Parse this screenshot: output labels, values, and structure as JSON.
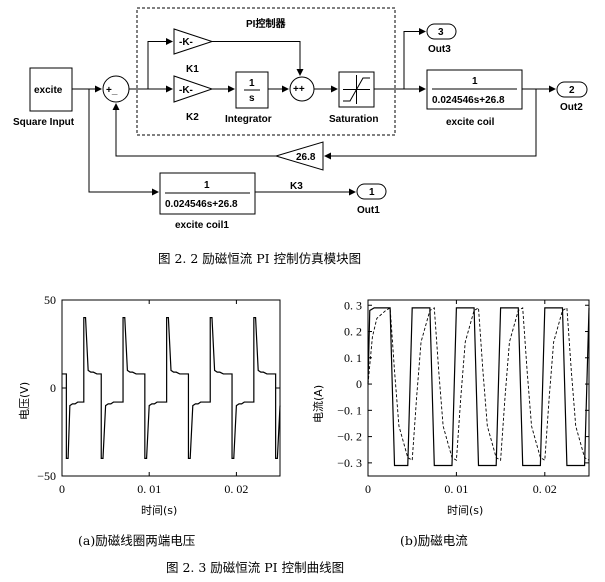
{
  "diagram": {
    "pi_label": "PI控制器",
    "excite_label": "excite",
    "square_input_label": "Square Input",
    "sum1_signs": "+_",
    "sum2_signs": "++",
    "gain_k_label": "-K-",
    "k1_label": "K1",
    "k2_label": "K2",
    "k3_label": "K3",
    "integrator_num": "1",
    "integrator_den": "s",
    "integrator_label": "Integrator",
    "saturation_label": "Saturation",
    "tf_num": "1",
    "tf_den": "0.024546s+26.8",
    "excite_coil_label": "excite coil",
    "excite_coil1_label": "excite coil1",
    "feedback_gain": "26.8",
    "out1_num": "1",
    "out1_label": "Out1",
    "out2_num": "2",
    "out2_label": "Out2",
    "out3_num": "3",
    "out3_label": "Out3"
  },
  "captions": {
    "fig22": "图 2. 2  励磁恒流 PI 控制仿真模块图",
    "sub_a": "(a)励磁线圈两端电压",
    "sub_b": "(b)励磁电流",
    "fig23": "图 2. 3  励磁恒流 PI 控制曲线图"
  },
  "chart_data": [
    {
      "type": "line",
      "xlabel": "时间(s)",
      "ylabel": "电压(V)",
      "xlim": [
        0,
        0.025
      ],
      "ylim": [
        -50,
        50
      ],
      "xticks": [
        0,
        0.01,
        0.02
      ],
      "xtick_labels": [
        "0",
        "0. 01",
        "0. 02"
      ],
      "yticks": [
        -50,
        0,
        50
      ],
      "ytick_labels": [
        "−50",
        "0",
        "50"
      ],
      "grid": false,
      "period": 0.005,
      "series": [
        {
          "style": "solid",
          "x": [
            0,
            0.0005,
            0.0005,
            0.0007,
            0.0009,
            0.0012,
            0.0015,
            0.0018,
            0.0021,
            0.0025,
            0.0025,
            0.0027,
            0.003,
            0.0033,
            0.0036,
            0.004,
            0.0042,
            0.0045,
            0.0045,
            0.0047,
            0.005,
            0.0053,
            0.0056,
            0.0059,
            0.0062,
            0.0066,
            0.007,
            0.007,
            0.0072,
            0.0075,
            0.0078,
            0.0081,
            0.0085,
            0.0087,
            0.0095,
            0.0095,
            0.0097,
            0.01,
            0.0103,
            0.0106,
            0.0109,
            0.0112,
            0.0116,
            0.012,
            0.012,
            0.0122,
            0.0125,
            0.0128,
            0.0131,
            0.0135,
            0.0137,
            0.0145,
            0.0145,
            0.0147,
            0.015,
            0.0153,
            0.0156,
            0.0159,
            0.0162,
            0.0166,
            0.017,
            0.017,
            0.0172,
            0.0175,
            0.0178,
            0.0181,
            0.0185,
            0.0187,
            0.0195,
            0.0195,
            0.0197,
            0.02,
            0.0203,
            0.0206,
            0.0209,
            0.0212,
            0.0216,
            0.022,
            0.022,
            0.0222,
            0.0225,
            0.0228,
            0.0231,
            0.0235,
            0.0237,
            0.0245,
            0.0245,
            0.0247,
            0.025
          ],
          "y": [
            8,
            8,
            -40,
            -40,
            -10,
            -9,
            -9,
            -8,
            -8,
            -8,
            40,
            40,
            10,
            9,
            9,
            8,
            8,
            8,
            -40,
            -40,
            -10,
            -9,
            -9,
            -8,
            -8,
            -8,
            -8,
            40,
            40,
            10,
            9,
            9,
            8,
            8,
            8,
            -40,
            -40,
            -10,
            -9,
            -9,
            -8,
            -8,
            -8,
            -8,
            40,
            40,
            10,
            9,
            9,
            8,
            8,
            8,
            -40,
            -40,
            -10,
            -9,
            -9,
            -8,
            -8,
            -8,
            -8,
            40,
            40,
            10,
            9,
            9,
            8,
            8,
            8,
            -40,
            -40,
            -10,
            -9,
            -9,
            -8,
            -8,
            -8,
            -8,
            40,
            40,
            10,
            9,
            9,
            8,
            8,
            8,
            -40,
            -40,
            -10
          ]
        }
      ]
    },
    {
      "type": "line",
      "xlabel": "时间(s)",
      "ylabel": "电流(A)",
      "xlim": [
        0,
        0.025
      ],
      "ylim": [
        -0.35,
        0.32
      ],
      "xticks": [
        0,
        0.01,
        0.02
      ],
      "xtick_labels": [
        "0",
        "0. 01",
        "0. 02"
      ],
      "yticks": [
        -0.3,
        -0.2,
        -0.1,
        0,
        0.1,
        0.2,
        0.3
      ],
      "ytick_labels": [
        "−0. 3",
        "−0. 2",
        "−0. 1",
        "0",
        "0. 1",
        "0. 2",
        "0. 3"
      ],
      "grid": false,
      "series": [
        {
          "style": "solid",
          "x": [
            0,
            0.0002,
            0.0007,
            0.0025,
            0.003,
            0.0045,
            0.005,
            0.007,
            0.0075,
            0.0095,
            0.01,
            0.012,
            0.0125,
            0.0145,
            0.015,
            0.017,
            0.0175,
            0.0195,
            0.02,
            0.022,
            0.0225,
            0.0245,
            0.025
          ],
          "y": [
            0.0,
            0.28,
            0.29,
            0.29,
            -0.31,
            -0.31,
            0.29,
            0.29,
            -0.31,
            -0.31,
            0.29,
            0.29,
            -0.31,
            -0.31,
            0.29,
            0.29,
            -0.31,
            -0.31,
            0.29,
            0.29,
            -0.31,
            -0.31,
            0.29
          ]
        },
        {
          "style": "dashed",
          "x": [
            0,
            0.0005,
            0.001,
            0.002,
            0.0025,
            0.003,
            0.0035,
            0.0045,
            0.005,
            0.0055,
            0.006,
            0.007,
            0.0075,
            0.008,
            0.0085,
            0.0095,
            0.01,
            0.0105,
            0.011,
            0.012,
            0.0125,
            0.013,
            0.0135,
            0.0145,
            0.015,
            0.0155,
            0.016,
            0.017,
            0.0175,
            0.018,
            0.0185,
            0.0195,
            0.02,
            0.0205,
            0.021,
            0.022,
            0.0225,
            0.023,
            0.0235,
            0.0245,
            0.025
          ],
          "y": [
            0.0,
            0.18,
            0.25,
            0.28,
            0.29,
            0.05,
            -0.16,
            -0.28,
            -0.29,
            -0.05,
            0.16,
            0.28,
            0.29,
            0.05,
            -0.16,
            -0.28,
            -0.29,
            -0.05,
            0.16,
            0.28,
            0.29,
            0.05,
            -0.16,
            -0.28,
            -0.29,
            -0.05,
            0.16,
            0.28,
            0.29,
            0.05,
            -0.16,
            -0.28,
            -0.29,
            -0.05,
            0.16,
            0.28,
            0.29,
            0.05,
            -0.16,
            -0.28,
            -0.29
          ]
        }
      ]
    }
  ]
}
